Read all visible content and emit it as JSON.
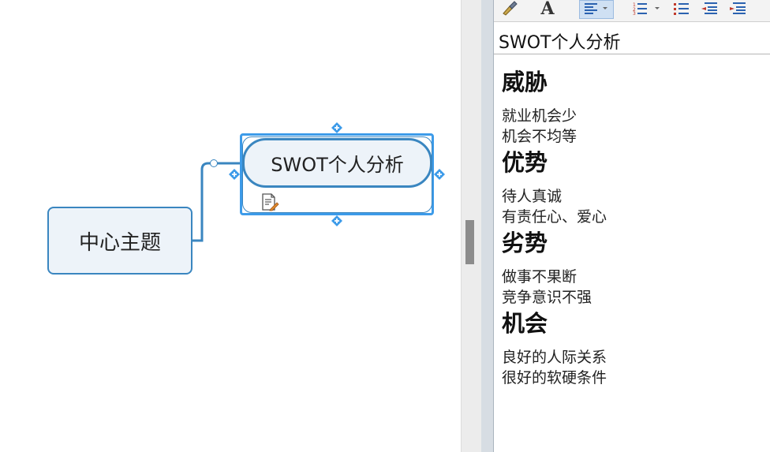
{
  "canvas": {
    "central_topic": "中心主题",
    "subtopic": "SWOT个人分析",
    "note_icon": "note-document-icon"
  },
  "toolbar": {
    "buttons": [
      {
        "icon": "format-brush-icon"
      },
      {
        "icon": "font-a-icon"
      },
      {
        "icon": "align-left-icon"
      },
      {
        "icon": "numbered-list-icon"
      },
      {
        "icon": "bullet-list-icon"
      },
      {
        "icon": "decrease-indent-icon"
      },
      {
        "icon": "increase-indent-icon"
      }
    ]
  },
  "notes": {
    "title": "SWOT个人分析",
    "sections": [
      {
        "heading": "威胁",
        "lines": [
          "就业机会少",
          "机会不均等"
        ]
      },
      {
        "heading": "优势",
        "lines": [
          "待人真诚",
          "有责任心、爱心"
        ]
      },
      {
        "heading": "劣势",
        "lines": [
          "做事不果断",
          "竞争意识不强"
        ]
      },
      {
        "heading": "机会",
        "lines": [
          "良好的人际关系",
          "很好的软硬条件"
        ]
      }
    ]
  },
  "colors": {
    "topic_border": "#3a86c0",
    "topic_fill": "#edf3f9",
    "selection": "#3d9be9"
  }
}
